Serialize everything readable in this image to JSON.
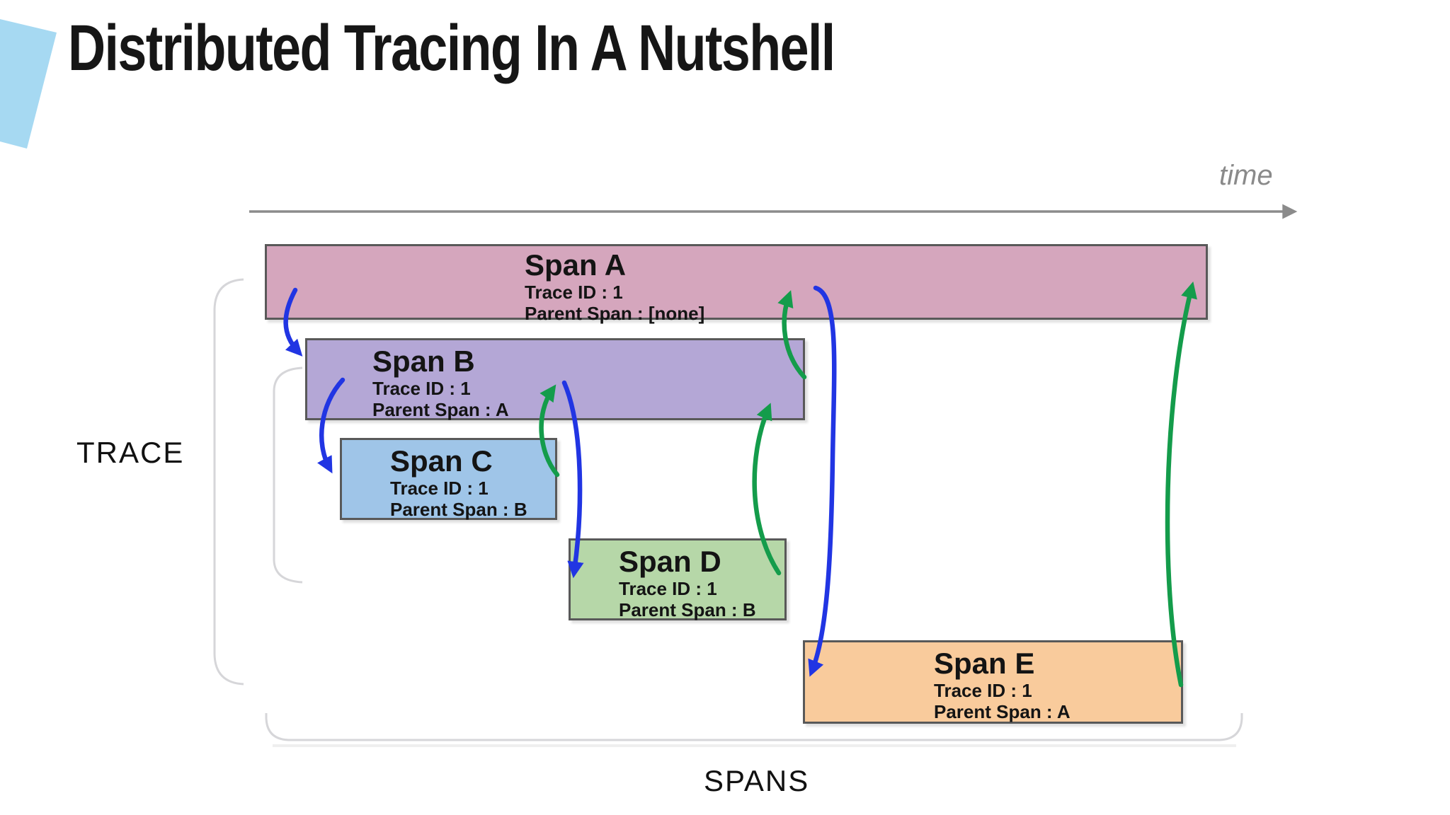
{
  "slide": {
    "title": "Distributed Tracing In A Nutshell",
    "time_label": "time",
    "trace_label": "TRACE",
    "spans_label": "SPANS"
  },
  "spans": [
    {
      "id": "A",
      "title": "Span A",
      "trace_id": "Trace ID : 1",
      "parent": "Parent Span : [none]",
      "color": "#d5a6bd"
    },
    {
      "id": "B",
      "title": "Span B",
      "trace_id": "Trace ID : 1",
      "parent": "Parent Span : A",
      "color": "#b4a7d6"
    },
    {
      "id": "C",
      "title": "Span C",
      "trace_id": "Trace ID : 1",
      "parent": "Parent Span : B",
      "color": "#9fc5e8"
    },
    {
      "id": "D",
      "title": "Span D",
      "trace_id": "Trace ID : 1",
      "parent": "Parent Span : B",
      "color": "#b6d7a8"
    },
    {
      "id": "E",
      "title": "Span E",
      "trace_id": "Trace ID : 1",
      "parent": "Parent Span : A",
      "color": "#f9cb9c"
    }
  ],
  "arrows": [
    {
      "from": "Span A",
      "to": "Span B",
      "color_key": "call_arrow"
    },
    {
      "from": "Span B",
      "to": "Span C",
      "color_key": "call_arrow"
    },
    {
      "from": "Span B",
      "to": "Span D",
      "color_key": "call_arrow"
    },
    {
      "from": "Span A",
      "to": "Span E",
      "color_key": "call_arrow"
    },
    {
      "from": "Span C",
      "to": "Span B",
      "color_key": "return_arrow"
    },
    {
      "from": "Span D",
      "to": "Span B",
      "color_key": "return_arrow"
    },
    {
      "from": "Span B",
      "to": "Span A",
      "color_key": "return_arrow"
    },
    {
      "from": "Span E",
      "to": "Span A",
      "color_key": "return_arrow"
    }
  ],
  "colors": {
    "call_arrow": "#2135e3",
    "return_arrow": "#149c4b",
    "axis": "#8b8b8b",
    "bracket": "#d6d6d9",
    "box_border": "#595959",
    "accent_shape": "#a6d9f2",
    "title_text": "#161616"
  }
}
